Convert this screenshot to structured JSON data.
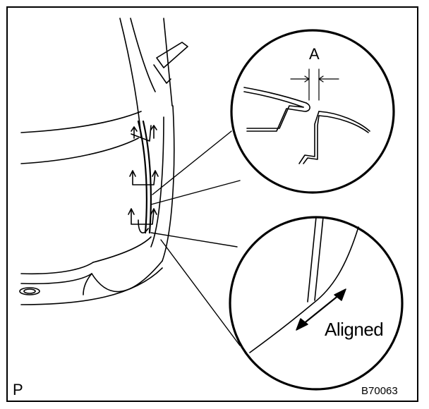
{
  "diagram": {
    "gap_label": "A",
    "aligned_label": "Aligned",
    "corner_mark": "P",
    "figure_code": "B70063"
  },
  "colors": {
    "line": "#000000",
    "background": "#ffffff"
  }
}
